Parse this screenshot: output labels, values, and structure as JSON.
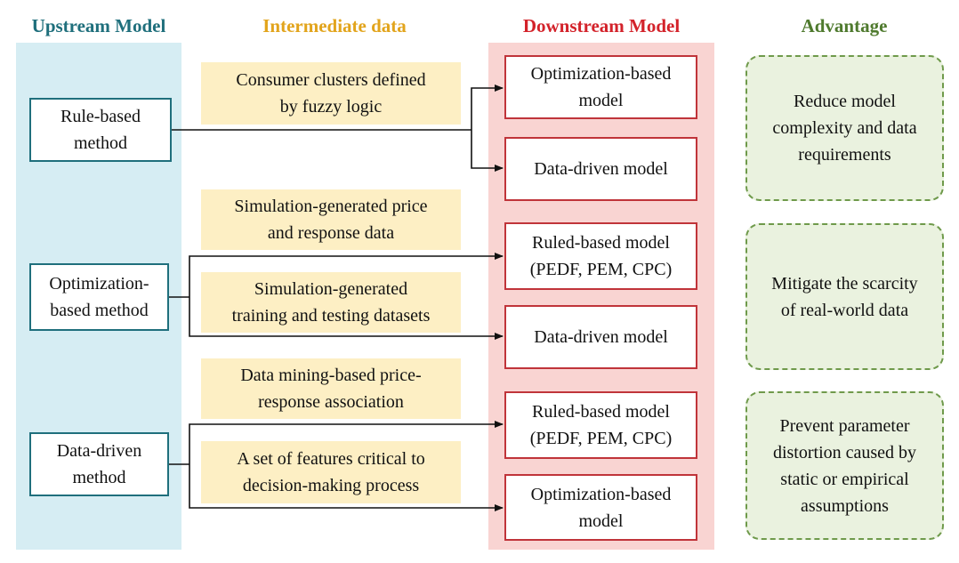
{
  "headers": {
    "upstream": "Upstream Model",
    "intermediate": "Intermediate data",
    "downstream": "Downstream Model",
    "advantage": "Advantage"
  },
  "colors": {
    "upstream_header": "#1f6f7c",
    "intermediate_header": "#e2a41c",
    "downstream_header": "#d3222a",
    "advantage_header": "#4f7a2e",
    "upstream_column": "#d6edf3",
    "downstream_column": "#f9d4d2",
    "intermediate_fill": "#fdefc4",
    "advantage_fill": "#eaf2df"
  },
  "upstream": [
    {
      "label": "Rule-based\nmethod"
    },
    {
      "label": "Optimization-\nbased method"
    },
    {
      "label": "Data-driven\nmethod"
    }
  ],
  "intermediate": [
    {
      "label": "Consumer clusters defined\nby fuzzy logic"
    },
    {
      "label": "Simulation-generated price\nand response data"
    },
    {
      "label": "Simulation-generated\ntraining and testing datasets"
    },
    {
      "label": "Data mining-based price-\nresponse association"
    },
    {
      "label": "A set of features critical to\ndecision-making process"
    }
  ],
  "downstream": [
    {
      "label": "Optimization-based\nmodel"
    },
    {
      "label": "Data-driven model"
    },
    {
      "label": "Ruled-based model\n(PEDF, PEM, CPC)"
    },
    {
      "label": "Data-driven model"
    },
    {
      "label": "Ruled-based model\n(PEDF, PEM, CPC)"
    },
    {
      "label": "Optimization-based\nmodel"
    }
  ],
  "advantage": [
    {
      "label": "Reduce model\ncomplexity and data\nrequirements"
    },
    {
      "label": "Mitigate the scarcity\nof real-world data"
    },
    {
      "label": "Prevent  parameter\ndistortion caused by\nstatic or empirical\nassumptions"
    }
  ]
}
